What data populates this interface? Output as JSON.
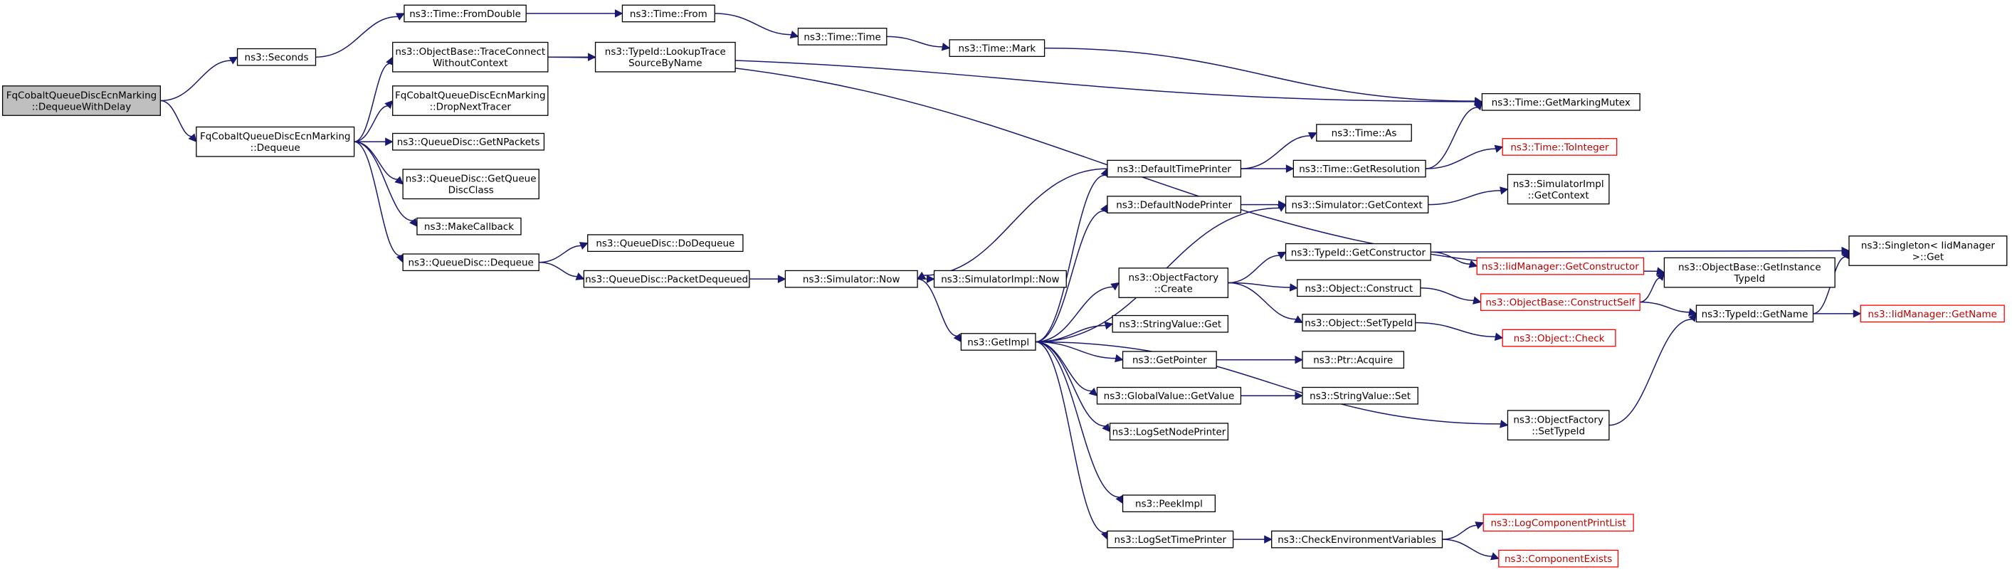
{
  "nodes": {
    "root": [
      "FqCobaltQueueDiscEcnMarking",
      "::DequeueWithDelay"
    ],
    "seconds": [
      "ns3::Seconds"
    ],
    "fqdequeue": [
      "FqCobaltQueueDiscEcnMarking",
      "::Dequeue"
    ],
    "fromdouble": [
      "ns3::Time::FromDouble"
    ],
    "from": [
      "ns3::Time::From"
    ],
    "timetime": [
      "ns3::Time::Time"
    ],
    "mark": [
      "ns3::Time::Mark"
    ],
    "getmarkingmutex": [
      "ns3::Time::GetMarkingMutex"
    ],
    "traceconnect": [
      "ns3::ObjectBase::TraceConnect",
      "WithoutContext"
    ],
    "lookuptrace": [
      "ns3::TypeId::LookupTrace",
      "SourceByName"
    ],
    "dropnexttracer": [
      "FqCobaltQueueDiscEcnMarking",
      "::DropNextTracer"
    ],
    "getnpackets": [
      "ns3::QueueDisc::GetNPackets"
    ],
    "getqueuedisc": [
      "ns3::QueueDisc::GetQueue",
      "DiscClass"
    ],
    "makecallback": [
      "ns3::MakeCallback"
    ],
    "qddequeue": [
      "ns3::QueueDisc::Dequeue"
    ],
    "dodequeue": [
      "ns3::QueueDisc::DoDequeue"
    ],
    "packetdequeued": [
      "ns3::QueueDisc::PacketDequeued"
    ],
    "simnow": [
      "ns3::Simulator::Now"
    ],
    "simimplnow": [
      "ns3::SimulatorImpl::Now"
    ],
    "getimpl": [
      "ns3::GetImpl"
    ],
    "defaulttimeprinter": [
      "ns3::DefaultTimePrinter"
    ],
    "timeas": [
      "ns3::Time::As"
    ],
    "getresolution": [
      "ns3::Time::GetResolution"
    ],
    "tointeger": [
      "ns3::Time::ToInteger"
    ],
    "defaultnodeprinter": [
      "ns3::DefaultNodePrinter"
    ],
    "simgetcontext": [
      "ns3::Simulator::GetContext"
    ],
    "simimplgetcontext": [
      "ns3::SimulatorImpl",
      "::GetContext"
    ],
    "ofcreate": [
      "ns3::ObjectFactory",
      "::Create"
    ],
    "getconstructor": [
      "ns3::TypeId::GetConstructor"
    ],
    "iidgetconstructor": [
      "ns3::IidManager::GetConstructor"
    ],
    "objconstruct": [
      "ns3::Object::Construct"
    ],
    "constructself": [
      "ns3::ObjectBase::ConstructSelf"
    ],
    "getinstancetypeid": [
      "ns3::ObjectBase::GetInstance",
      "TypeId"
    ],
    "singletonget": [
      "ns3::Singleton< IidManager",
      ">::Get"
    ],
    "typeidgetname": [
      "ns3::TypeId::GetName"
    ],
    "iidgetname": [
      "ns3::IidManager::GetName"
    ],
    "objsettypeid": [
      "ns3::Object::SetTypeId"
    ],
    "objcheck": [
      "ns3::Object::Check"
    ],
    "stringvalueget": [
      "ns3::StringValue::Get"
    ],
    "getpointer": [
      "ns3::GetPointer"
    ],
    "ptracquire": [
      "ns3::Ptr::Acquire"
    ],
    "gvgetvalue": [
      "ns3::GlobalValue::GetValue"
    ],
    "stringvalueset": [
      "ns3::StringValue::Set"
    ],
    "logsetnodeprinter": [
      "ns3::LogSetNodePrinter"
    ],
    "ofsettypeid": [
      "ns3::ObjectFactory",
      "::SetTypeId"
    ],
    "peekimpl": [
      "ns3::PeekImpl"
    ],
    "logsettimeprinter": [
      "ns3::LogSetTimePrinter"
    ],
    "checkenv": [
      "ns3::CheckEnvironmentVariables"
    ],
    "logcomponentprintlist": [
      "ns3::LogComponentPrintList"
    ],
    "componentexists": [
      "ns3::ComponentExists"
    ]
  },
  "edges": [
    [
      "root",
      "seconds"
    ],
    [
      "root",
      "fqdequeue"
    ],
    [
      "seconds",
      "fromdouble"
    ],
    [
      "fromdouble",
      "from"
    ],
    [
      "from",
      "timetime"
    ],
    [
      "timetime",
      "mark"
    ],
    [
      "mark",
      "getmarkingmutex"
    ],
    [
      "fqdequeue",
      "traceconnect"
    ],
    [
      "fqdequeue",
      "dropnexttracer"
    ],
    [
      "fqdequeue",
      "getnpackets"
    ],
    [
      "fqdequeue",
      "getqueuedisc"
    ],
    [
      "fqdequeue",
      "makecallback"
    ],
    [
      "fqdequeue",
      "qddequeue"
    ],
    [
      "traceconnect",
      "lookuptrace"
    ],
    [
      "traceconnect",
      "getinstancetypeid"
    ],
    [
      "traceconnect",
      "getmarkingmutex"
    ],
    [
      "qddequeue",
      "dodequeue"
    ],
    [
      "qddequeue",
      "packetdequeued"
    ],
    [
      "packetdequeued",
      "simnow"
    ],
    [
      "simnow",
      "simimplnow"
    ],
    [
      "simnow",
      "getimpl"
    ],
    [
      "getimpl",
      "defaulttimeprinter"
    ],
    [
      "getimpl",
      "defaultnodeprinter"
    ],
    [
      "getimpl",
      "simgetcontext"
    ],
    [
      "getimpl",
      "ofcreate"
    ],
    [
      "getimpl",
      "stringvalueget"
    ],
    [
      "getimpl",
      "getpointer"
    ],
    [
      "getimpl",
      "gvgetvalue"
    ],
    [
      "getimpl",
      "logsetnodeprinter"
    ],
    [
      "getimpl",
      "ofsettypeid"
    ],
    [
      "getimpl",
      "peekimpl"
    ],
    [
      "getimpl",
      "logsettimeprinter"
    ],
    [
      "defaulttimeprinter",
      "simnow"
    ],
    [
      "defaulttimeprinter",
      "timeas"
    ],
    [
      "defaulttimeprinter",
      "getresolution"
    ],
    [
      "getresolution",
      "getmarkingmutex"
    ],
    [
      "getresolution",
      "tointeger"
    ],
    [
      "defaultnodeprinter",
      "simgetcontext"
    ],
    [
      "simgetcontext",
      "simimplgetcontext"
    ],
    [
      "ofcreate",
      "getconstructor"
    ],
    [
      "ofcreate",
      "objconstruct"
    ],
    [
      "ofcreate",
      "objsettypeid"
    ],
    [
      "getconstructor",
      "iidgetconstructor"
    ],
    [
      "getconstructor",
      "singletonget"
    ],
    [
      "objconstruct",
      "constructself"
    ],
    [
      "constructself",
      "getinstancetypeid"
    ],
    [
      "constructself",
      "typeidgetname"
    ],
    [
      "typeidgetname",
      "singletonget"
    ],
    [
      "typeidgetname",
      "iidgetname"
    ],
    [
      "objsettypeid",
      "objcheck"
    ],
    [
      "getpointer",
      "ptracquire"
    ],
    [
      "gvgetvalue",
      "stringvalueset"
    ],
    [
      "ofsettypeid",
      "typeidgetname"
    ],
    [
      "logsettimeprinter",
      "checkenv"
    ],
    [
      "checkenv",
      "logcomponentprintlist"
    ],
    [
      "checkenv",
      "componentexists"
    ]
  ]
}
